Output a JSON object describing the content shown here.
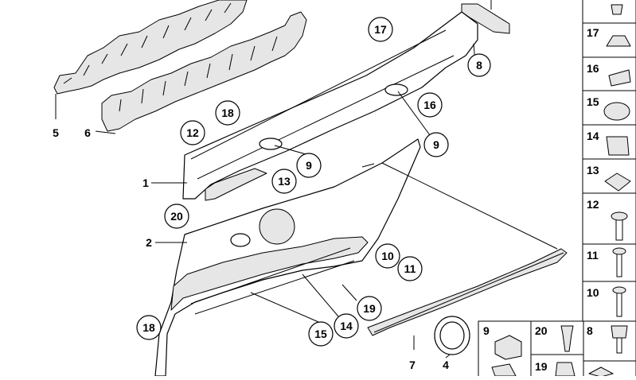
{
  "diagram": {
    "callouts": [
      {
        "id": "c17a",
        "label": "17"
      },
      {
        "id": "c8",
        "label": "8"
      },
      {
        "id": "c18a",
        "label": "18"
      },
      {
        "id": "c12",
        "label": "12"
      },
      {
        "id": "c16",
        "label": "16"
      },
      {
        "id": "c9a",
        "label": "9"
      },
      {
        "id": "c9b",
        "label": "9"
      },
      {
        "id": "c13",
        "label": "13"
      },
      {
        "id": "c20",
        "label": "20"
      },
      {
        "id": "c10",
        "label": "10"
      },
      {
        "id": "c11",
        "label": "11"
      },
      {
        "id": "c19",
        "label": "19"
      },
      {
        "id": "c18b",
        "label": "18"
      },
      {
        "id": "c15",
        "label": "15"
      },
      {
        "id": "c14",
        "label": "14"
      }
    ],
    "plain_labels": [
      {
        "id": "l5",
        "label": "5"
      },
      {
        "id": "l6",
        "label": "6"
      },
      {
        "id": "l1",
        "label": "1"
      },
      {
        "id": "l2",
        "label": "2"
      },
      {
        "id": "l7",
        "label": "7"
      },
      {
        "id": "l4",
        "label": "4"
      }
    ],
    "side_panel": [
      {
        "label": "17"
      },
      {
        "label": "16"
      },
      {
        "label": "15"
      },
      {
        "label": "14"
      },
      {
        "label": "13"
      },
      {
        "label": "12"
      },
      {
        "label": "11"
      },
      {
        "label": "10"
      }
    ],
    "bottom_panel": [
      {
        "label": "9"
      },
      {
        "label": "20"
      },
      {
        "label": "8"
      },
      {
        "label": "19"
      }
    ]
  }
}
